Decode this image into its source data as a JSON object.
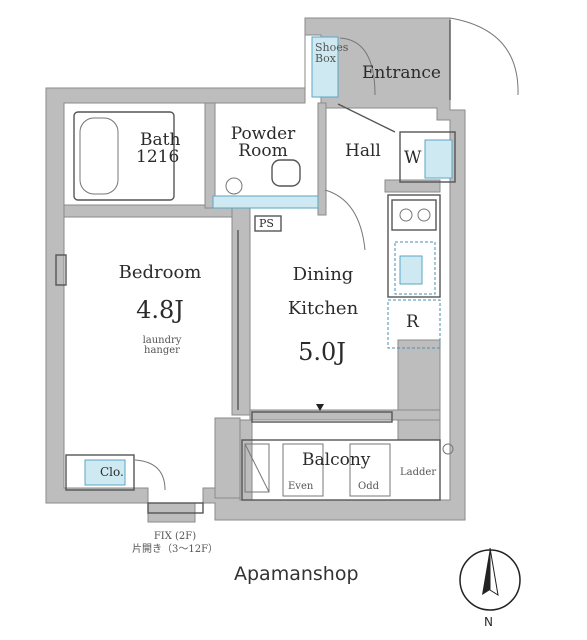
{
  "rooms": {
    "entrance": "Entrance",
    "shoes_box": [
      "Shoes",
      "Box"
    ],
    "bath": [
      "Bath",
      "1216"
    ],
    "powder_room": [
      "Powder",
      "Room"
    ],
    "hall": "Hall",
    "washer": "W",
    "ps": "PS",
    "bedroom": "Bedroom",
    "bedroom_size": "4.8J",
    "laundry_hanger": [
      "laundry",
      "hanger"
    ],
    "dining_kitchen": [
      "Dining",
      "Kitchen"
    ],
    "dk_size": "5.0J",
    "refrigerator": "R",
    "closet": "Clo.",
    "balcony": "Balcony",
    "even": "Even",
    "odd": "Odd",
    "ladder": "Ladder"
  },
  "window_note": [
    "FIX (2F)",
    "片開き（3～12F）"
  ],
  "brand": "Apamanshop",
  "compass": "N",
  "colors": {
    "wall": "#bdbdbd",
    "fixture_blue": "#cfe9f3",
    "text": "#2b2b2b"
  }
}
